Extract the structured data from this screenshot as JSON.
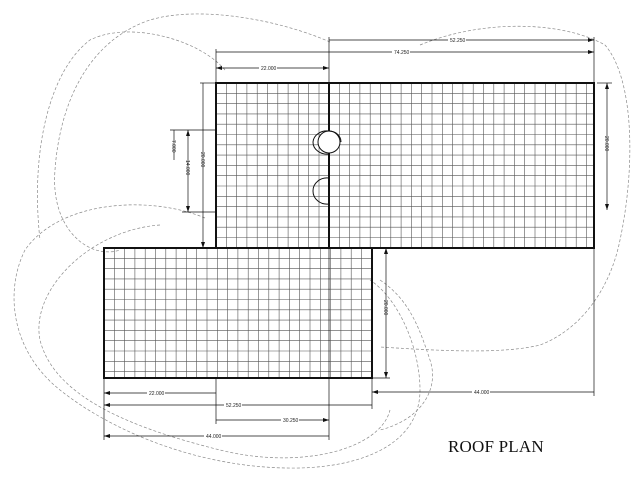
{
  "title": "ROOF PLAN",
  "dimensions": {
    "top_52250": "52.250",
    "top_74250": "74.250",
    "top_22000": "22.000",
    "right_20000": "20.000",
    "left_14000": "14.000",
    "left_7000": "7.000",
    "left_20000": "20.000",
    "lower_right_20000": "20.000",
    "bottom_44000_right": "44.000",
    "bottom_22000": "22.000",
    "bottom_52250": "52.250",
    "bottom_30250": "30.250",
    "bottom_44000": "44.000"
  },
  "colors": {
    "line": "#111111",
    "grid": "#555555",
    "dashed": "#888888"
  }
}
